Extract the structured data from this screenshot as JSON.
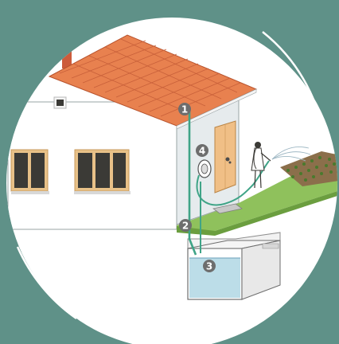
{
  "diagram": {
    "markers": [
      {
        "id": "1",
        "label": "1"
      },
      {
        "id": "2",
        "label": "2"
      },
      {
        "id": "3",
        "label": "3"
      },
      {
        "id": "4",
        "label": "4"
      }
    ],
    "colors": {
      "background": "#5f9188",
      "circle": "#ffffff",
      "roof": "#e8814f",
      "roof_lines": "#c85a2f",
      "wall": "#ffffff",
      "wall_shade": "#dfe6e8",
      "lawn": "#8fc15c",
      "soil": "#8b6f4b",
      "door": "#f0bf86",
      "window_frame": "#d49a54",
      "window_glass": "#3b3a36",
      "pipe": "#3fa487",
      "water": "#bcdde8",
      "marker": "#6d6d6d"
    }
  }
}
